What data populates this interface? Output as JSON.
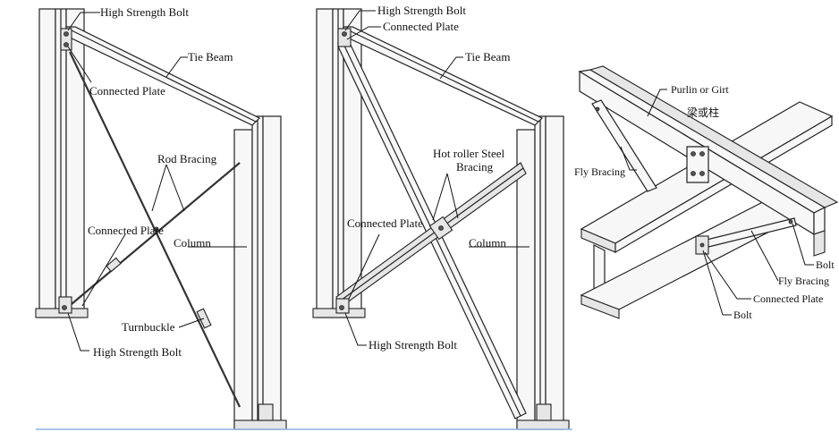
{
  "left_frame": {
    "labels": {
      "top_bolt": "High Strength Bolt",
      "tie_beam": "Tie Beam",
      "top_plate": "Connected Plate",
      "rod_bracing": "Rod Bracing",
      "mid_plate": "Connected Plate",
      "column": "Column",
      "turnbuckle": "Turnbuckle",
      "bottom_bolt": "High Strength Bolt"
    }
  },
  "middle_frame": {
    "labels": {
      "top_bolt": "High Strength Bolt",
      "top_plate": "Connected Plate",
      "tie_beam": "Tie Beam",
      "bracing_line1": "Hot roller Steel",
      "bracing_line2": "Bracing",
      "mid_plate": "Connected Plate",
      "column": "Column",
      "bottom_bolt": "High Strength Bolt"
    }
  },
  "right_detail": {
    "labels": {
      "purlin": "Purlin or Girt",
      "chinese_note": "梁或柱",
      "fly_bracing_left": "Fly Bracing",
      "bolt_right": "Bolt",
      "fly_bracing_right": "Fly Bracing",
      "connected_plate": "Connected Plate",
      "bolt_bottom": "Bolt"
    }
  }
}
